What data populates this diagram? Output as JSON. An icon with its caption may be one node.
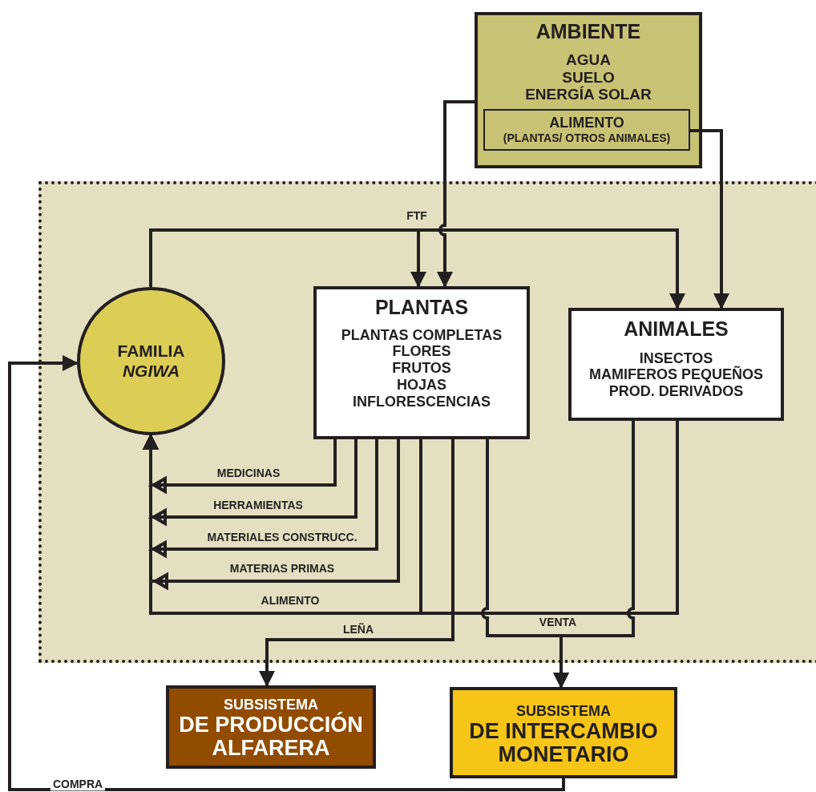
{
  "diagram": {
    "nodes": [
      {
        "text": [
          "AMBIENTE",
          "AGUA",
          "SUELO",
          "ENERGÍA SOLAR"
        ]
      },
      {
        "text": [
          "ALIMENTO",
          "(PLANTAS/ OTROS ANIMALES)"
        ],
        "in": 0
      },
      {
        "text": [],
        "shape": "box"
      },
      {
        "text": [
          "FAMILIA",
          "NGIWA"
        ],
        "in": 2
      },
      {
        "text": [
          "PLANTAS",
          "PLANTAS COMPLETAS",
          "FLORES",
          "FRUTOS",
          "HOJAS",
          "INFLORESCENCIAS"
        ],
        "in": 2
      },
      {
        "text": [
          "ANIMALES",
          "INSECTOS",
          "MAMIFEROS PEQUEÑOS",
          "PROD. DERIVADOS"
        ],
        "in": 2
      },
      {
        "text": [
          "SUBSISTEMA",
          "DE PRODUCCIÓN ALFARERA"
        ]
      },
      {
        "text": [
          "SUBSISTEMA",
          "DE INTERCAMBIO MONETARIO"
        ]
      }
    ],
    "edges": [
      {
        "from": 3,
        "to": 4,
        "arrow": "to",
        "label": "FTF"
      },
      {
        "from": 3,
        "to": 5,
        "arrow": "to"
      },
      {
        "from": 0,
        "to": 4,
        "arrow": "to"
      },
      {
        "from": 1,
        "to": 5,
        "arrow": "to"
      },
      {
        "from": 4,
        "to": 3,
        "arrow": "to",
        "label": "MEDICINAS"
      },
      {
        "from": 4,
        "to": 3,
        "arrow": "to",
        "label": "HERRAMIENTAS"
      },
      {
        "from": 4,
        "to": 3,
        "arrow": "to",
        "label": "MATERIALES CONSTRUCC."
      },
      {
        "from": 4,
        "to": 3,
        "arrow": "to",
        "label": "MATERIAS PRIMAS"
      },
      {
        "from": 4,
        "to": 3,
        "arrow": "to",
        "label": "ALIMENTO"
      },
      {
        "from": 5,
        "to": 3,
        "arrow": "to"
      },
      {
        "from": 4,
        "to": 6,
        "arrow": "to",
        "label": "LEÑA"
      },
      {
        "from": 4,
        "to": 7,
        "arrow": "to",
        "label": "VENTA"
      },
      {
        "from": 5,
        "to": 7,
        "arrow": "to"
      },
      {
        "from": 7,
        "to": 3,
        "arrow": "to",
        "label": "COMPRA"
      }
    ]
  }
}
